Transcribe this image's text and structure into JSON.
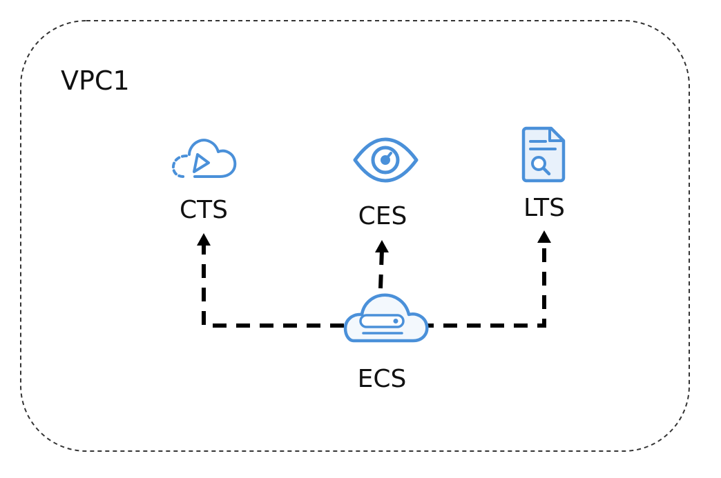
{
  "container": {
    "label": "VPC1"
  },
  "nodes": {
    "cts": {
      "label": "CTS",
      "icon": "cloud-trace-icon"
    },
    "ces": {
      "label": "CES",
      "icon": "eye-monitor-icon"
    },
    "lts": {
      "label": "LTS",
      "icon": "log-document-search-icon"
    },
    "ecs": {
      "label": "ECS",
      "icon": "cloud-server-icon"
    }
  },
  "colors": {
    "icon_stroke": "#4a90d9",
    "icon_fill": "#e8f1fb",
    "arrow": "#000000",
    "border": "#333333",
    "text": "#111111"
  },
  "edges": [
    {
      "from": "ECS",
      "to": "CTS"
    },
    {
      "from": "ECS",
      "to": "CES"
    },
    {
      "from": "ECS",
      "to": "LTS"
    }
  ]
}
